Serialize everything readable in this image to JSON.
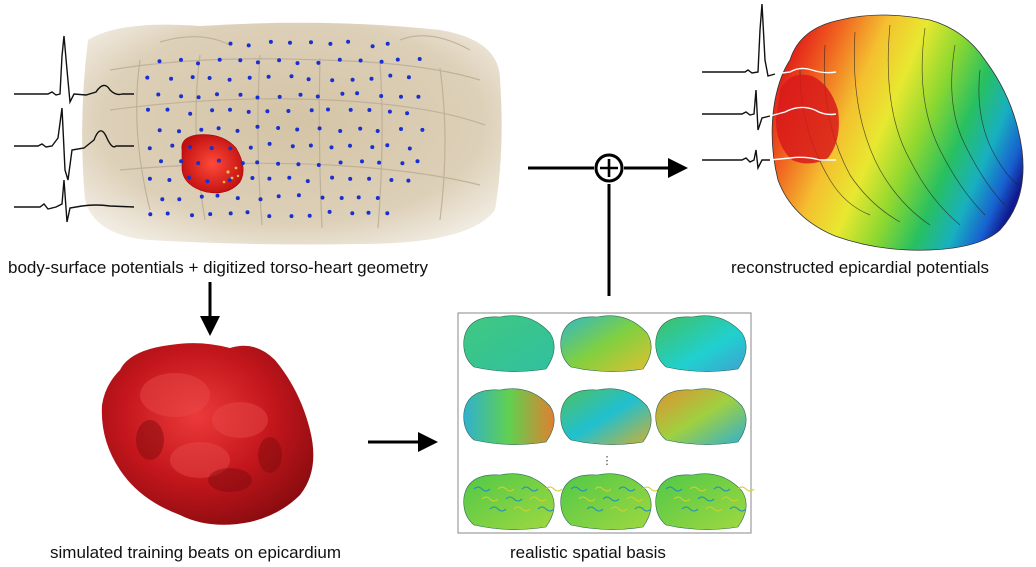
{
  "captions": {
    "torso": "body-surface potentials + digitized torso-heart geometry",
    "epicardial": "reconstructed epicardial potentials",
    "training": "simulated training beats on epicardium",
    "basis": "realistic spatial basis"
  },
  "basis_grid": {
    "ellipsis": "⋮"
  },
  "colors": {
    "heart_red": "#c8141c",
    "torso_tan": "#d8c9ae",
    "electrode_blue": "#1a2fd0",
    "arrow": "#000000"
  }
}
